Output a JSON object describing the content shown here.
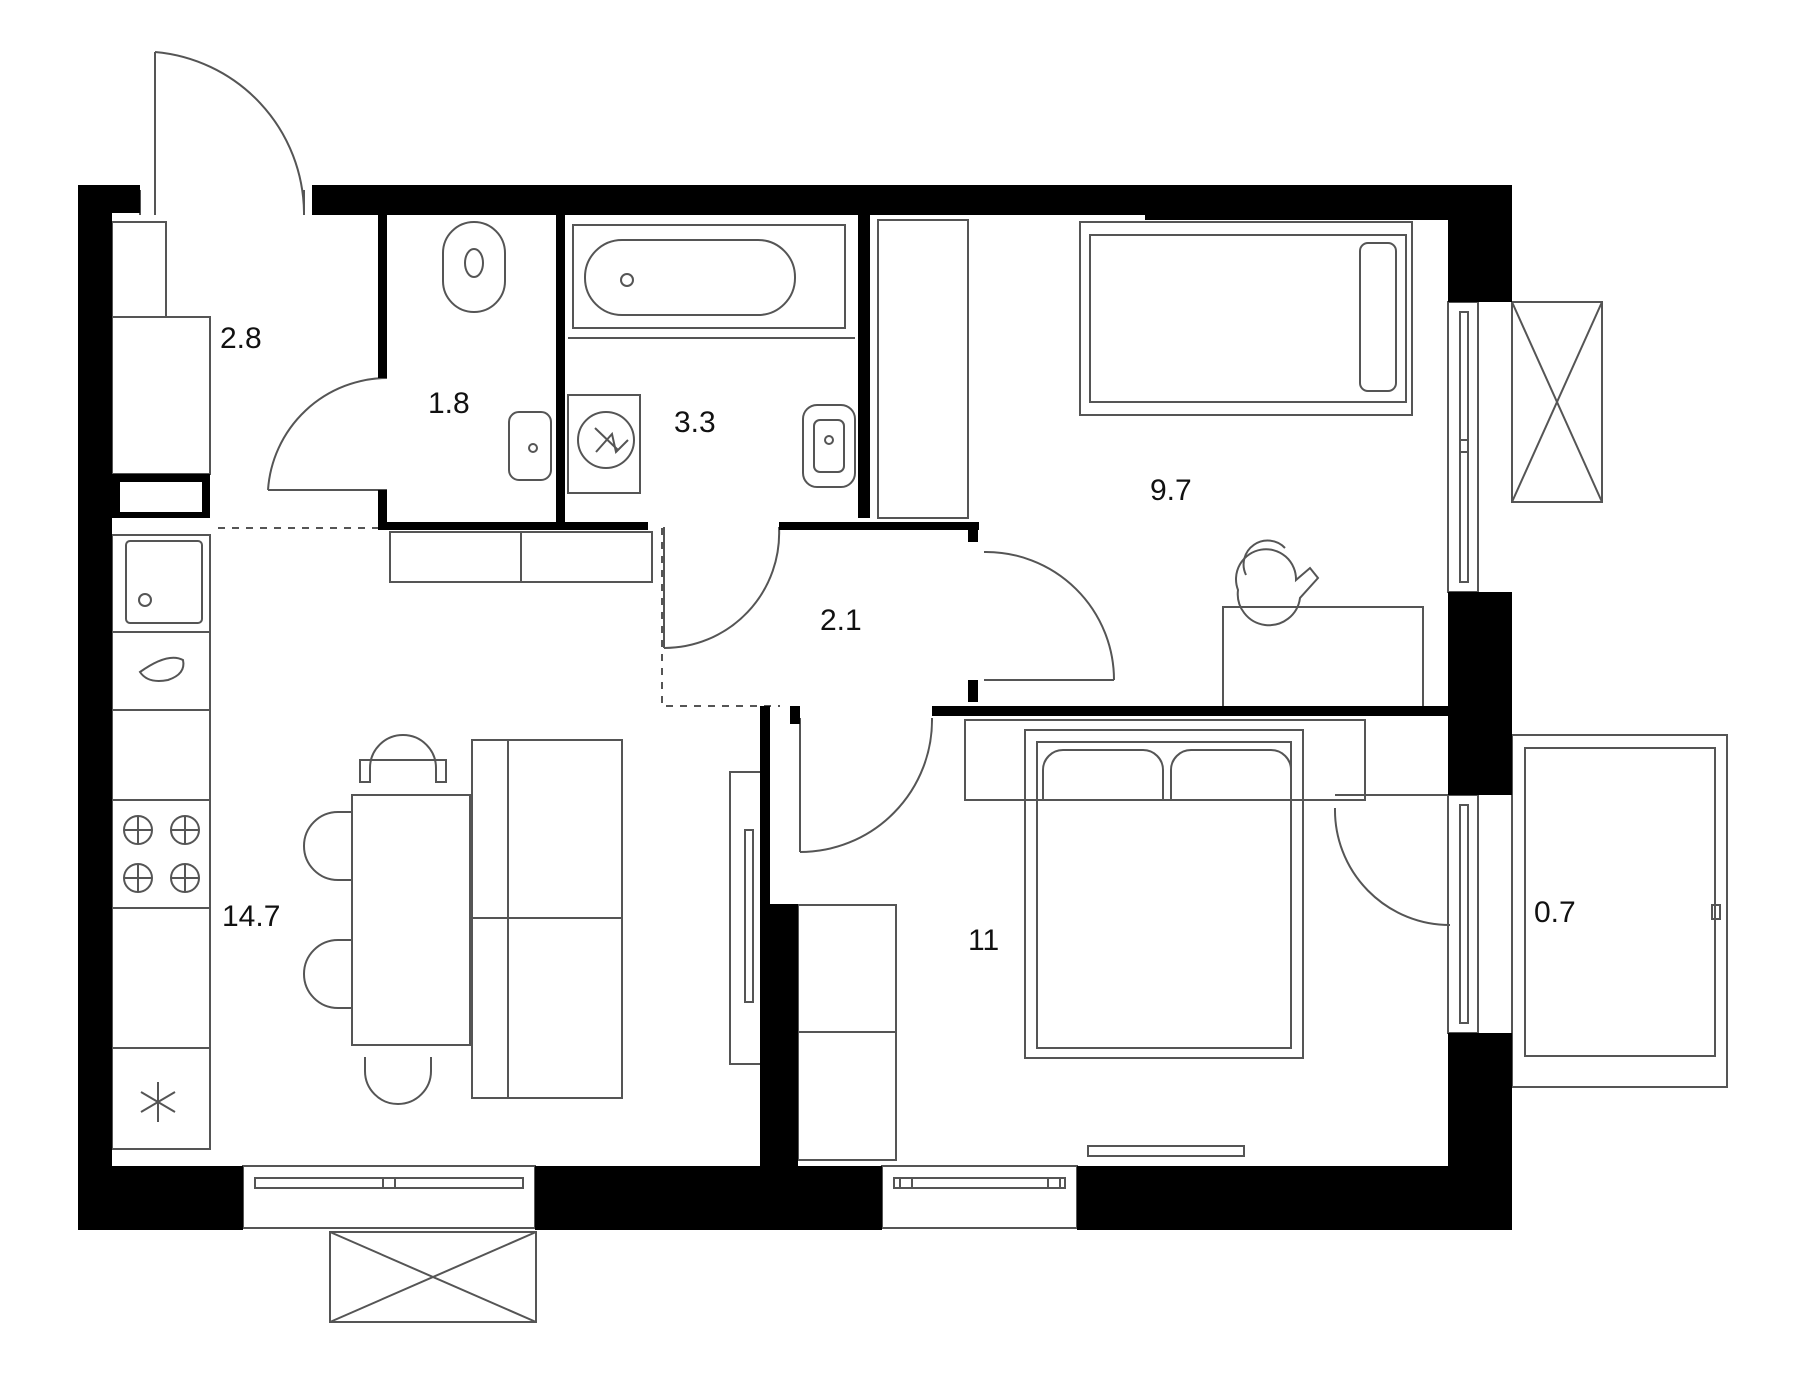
{
  "colors": {
    "wall": "#000000",
    "line": "#555555",
    "background": "#ffffff"
  },
  "rooms": [
    {
      "id": "hall",
      "area": "2.8"
    },
    {
      "id": "wc",
      "area": "1.8"
    },
    {
      "id": "bathroom",
      "area": "3.3"
    },
    {
      "id": "corridor",
      "area": "2.1"
    },
    {
      "id": "bedroom-small",
      "area": "9.7"
    },
    {
      "id": "kitchen-living",
      "area": "14.7"
    },
    {
      "id": "bedroom-main",
      "area": "11"
    },
    {
      "id": "balcony",
      "area": "0.7"
    }
  ]
}
